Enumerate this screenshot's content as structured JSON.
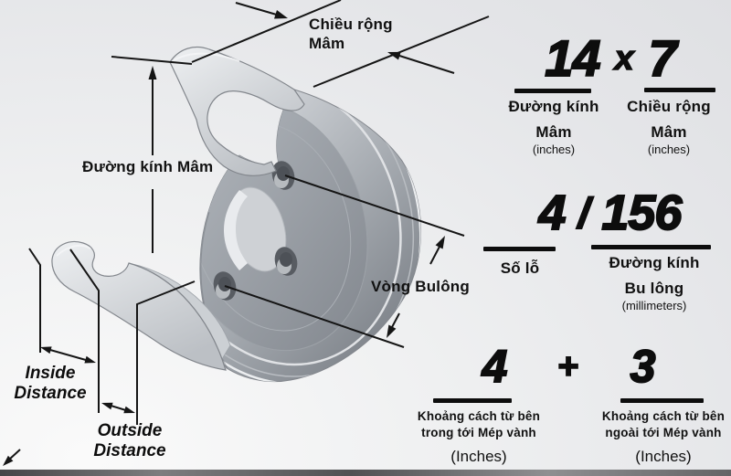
{
  "diagram_labels": {
    "rim_width_line1": "Chiều rộng",
    "rim_width_line2": "Mâm",
    "rim_diameter": "Đường kính Mâm",
    "bolt_circle": "Vòng Bulông",
    "inside_line1": "Inside",
    "inside_line2": "Distance",
    "outside_line1": "Outside",
    "outside_line2": "Distance"
  },
  "specs": {
    "size": {
      "left_value": "14",
      "operator": "x",
      "right_value": "7",
      "left_label_line1": "Đường kính",
      "left_label_line2": "Mâm",
      "left_unit": "(inches)",
      "right_label_line1": "Chiều rộng",
      "right_label_line2": "Mâm",
      "right_unit": "(inches)"
    },
    "bolt_pattern": {
      "left_value": "4",
      "operator": "/",
      "right_value": "156",
      "left_label_line1": "Số lỗ",
      "right_label_line1": "Đường kính",
      "right_label_line2": "Bu lông",
      "right_unit": "(millimeters)"
    },
    "offset": {
      "left_value": "4",
      "operator": "+",
      "right_value": "3",
      "left_label_line1": "Khoảng cách từ bên",
      "left_label_line2": "trong tới Mép vành",
      "left_unit": "(Inches)",
      "right_label_line1": "Khoảng cách từ bên",
      "right_label_line2": "ngoài tới Mép vành",
      "right_unit": "(Inches)"
    }
  },
  "colors": {
    "text": "#111111",
    "annotation": "#151515",
    "background_light": "#fafafa",
    "background_dark": "#dfe0e3",
    "metal_cut_face": "#e9ebee",
    "metal_mid": "#a2a7ad",
    "metal_dark": "#75797f",
    "bottom_bar": "#515153"
  }
}
